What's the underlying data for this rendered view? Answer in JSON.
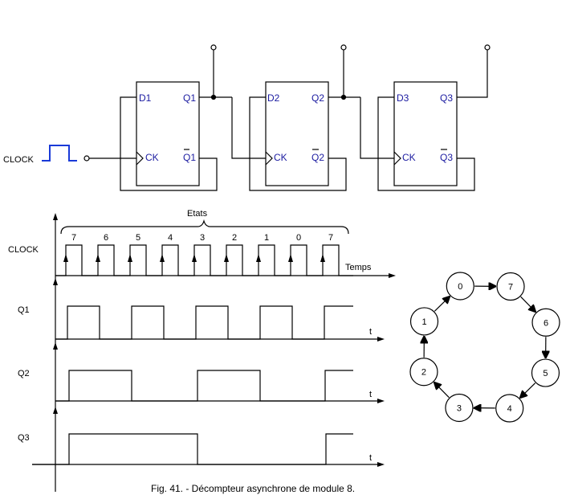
{
  "colors": {
    "line": "#000000",
    "state": "#cc0000",
    "pin": "#1a1aa0",
    "clock": "#1a3ad8"
  },
  "clock_label": "CLOCK",
  "flipflops": [
    {
      "d": "D1",
      "q": "Q1",
      "ck": "CK",
      "qbar": "Q1"
    },
    {
      "d": "D2",
      "q": "Q2",
      "ck": "CK",
      "qbar": "Q2"
    },
    {
      "d": "D3",
      "q": "Q3",
      "ck": "CK",
      "qbar": "Q3"
    }
  ],
  "timing": {
    "etats_label": "Etats",
    "states": [
      "7",
      "6",
      "5",
      "4",
      "3",
      "2",
      "1",
      "0",
      "7"
    ],
    "signals": [
      "CLOCK",
      "Q1",
      "Q2",
      "Q3"
    ],
    "temps_label": "Temps",
    "t_label": "t"
  },
  "state_circle": [
    "0",
    "7",
    "6",
    "5",
    "4",
    "3",
    "2",
    "1"
  ],
  "caption": "Fig. 41. - Décompteur asynchrone de module 8."
}
